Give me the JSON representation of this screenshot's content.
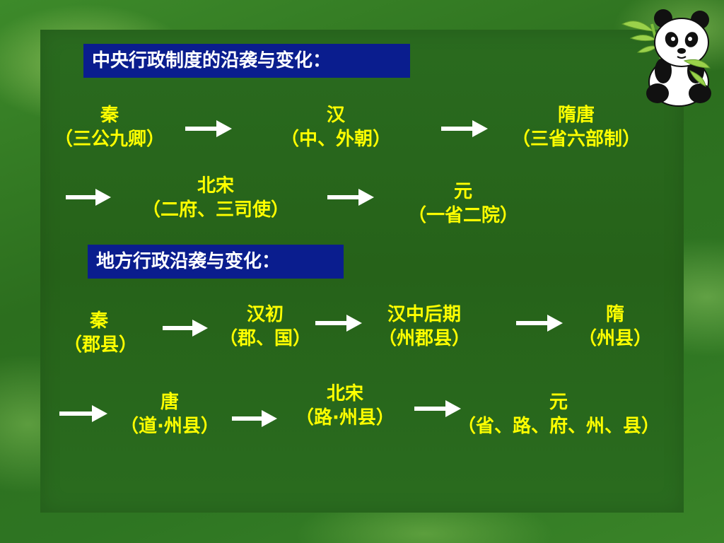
{
  "central": {
    "title": "中央行政制度的沿袭与变化：",
    "nodes": [
      {
        "name": "秦",
        "detail": "（三公九卿）"
      },
      {
        "name": "汉",
        "detail": "（中、外朝）"
      },
      {
        "name": "隋唐",
        "detail": "（三省六部制）"
      },
      {
        "name": "北宋",
        "detail": "（二府、三司使）"
      },
      {
        "name": "元",
        "detail": "（一省二院）"
      }
    ]
  },
  "local": {
    "title": "地方行政沿袭与变化：",
    "nodes": [
      {
        "name": "秦",
        "detail": "（郡县）"
      },
      {
        "name": "汉初",
        "detail": "（郡、国）"
      },
      {
        "name": "汉中后期",
        "detail": "（州郡县）"
      },
      {
        "name": "隋",
        "detail": "（州县）"
      },
      {
        "name": "唐",
        "detail": "（道·州县）"
      },
      {
        "name": "北宋",
        "detail": "（路·州县）"
      },
      {
        "name": "元",
        "detail": "（省、路、府、州、县）"
      }
    ]
  },
  "colors": {
    "header_bg": "#0a1d8e",
    "node_text": "#ffff00",
    "arrow": "#ffffff"
  },
  "icons": {
    "mascot": "panda-icon"
  }
}
